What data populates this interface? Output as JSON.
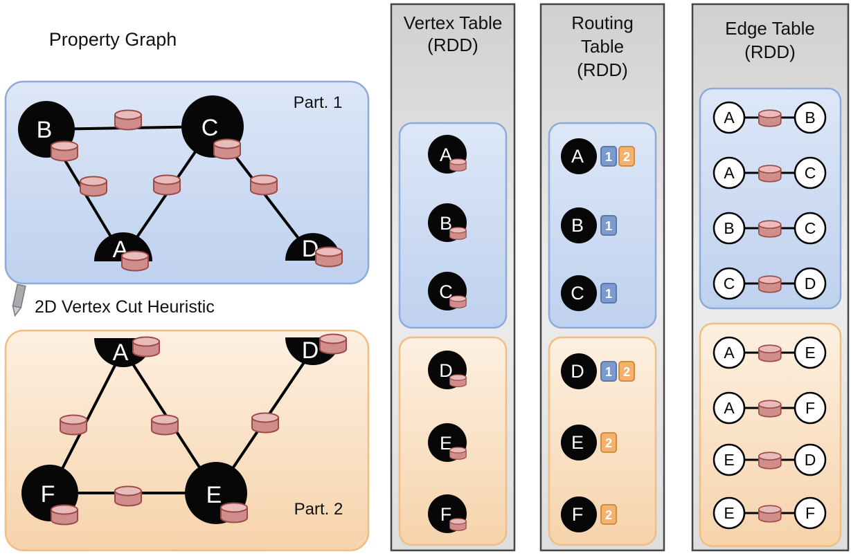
{
  "property_graph": {
    "title": "Property Graph",
    "cut_label": "2D Vertex Cut Heuristic",
    "part1": {
      "label": "Part. 1",
      "vertices": {
        "b": "B",
        "c": "C",
        "a": "A",
        "d": "D"
      }
    },
    "part2": {
      "label": "Part. 2",
      "vertices": {
        "a": "A",
        "d": "D",
        "f": "F",
        "e": "E"
      }
    }
  },
  "vertex_table": {
    "title": "Vertex Table",
    "subtitle": "(RDD)",
    "part1_vertices": [
      "A",
      "B",
      "C"
    ],
    "part2_vertices": [
      "D",
      "E",
      "F"
    ]
  },
  "routing_table": {
    "title_line1": "Routing",
    "title_line2": "Table",
    "subtitle": "(RDD)",
    "part1_rows": [
      {
        "vertex": "A",
        "badges": [
          {
            "label": "1",
            "partition": "part1"
          },
          {
            "label": "2",
            "partition": "part2"
          }
        ]
      },
      {
        "vertex": "B",
        "badges": [
          {
            "label": "1",
            "partition": "part1"
          }
        ]
      },
      {
        "vertex": "C",
        "badges": [
          {
            "label": "1",
            "partition": "part1"
          }
        ]
      }
    ],
    "part2_rows": [
      {
        "vertex": "D",
        "badges": [
          {
            "label": "1",
            "partition": "part1"
          },
          {
            "label": "2",
            "partition": "part2"
          }
        ]
      },
      {
        "vertex": "E",
        "badges": [
          {
            "label": "2",
            "partition": "part2"
          }
        ]
      },
      {
        "vertex": "F",
        "badges": [
          {
            "label": "2",
            "partition": "part2"
          }
        ]
      }
    ]
  },
  "edge_table": {
    "title": "Edge Table",
    "subtitle": "(RDD)",
    "part1_edges": [
      {
        "src": "A",
        "dst": "B"
      },
      {
        "src": "A",
        "dst": "C"
      },
      {
        "src": "B",
        "dst": "C"
      },
      {
        "src": "C",
        "dst": "D"
      }
    ],
    "part2_edges": [
      {
        "src": "A",
        "dst": "E"
      },
      {
        "src": "A",
        "dst": "F"
      },
      {
        "src": "E",
        "dst": "D"
      },
      {
        "src": "E",
        "dst": "F"
      }
    ]
  },
  "colors": {
    "partition1_fill": "#cddcf2",
    "partition1_border": "#8eaadb",
    "partition2_fill": "#f9ddbd",
    "partition2_border": "#f0bd85",
    "column_fill": "#e0e0e0",
    "column_border": "#454545",
    "cylinder_body": "#cf8d8b",
    "cylinder_top": "#e7bcba",
    "cylinder_border": "#9e4a47",
    "vertex_fill": "#070707",
    "badge_blue": "#7b9ace",
    "badge_orange": "#f5b26e"
  }
}
